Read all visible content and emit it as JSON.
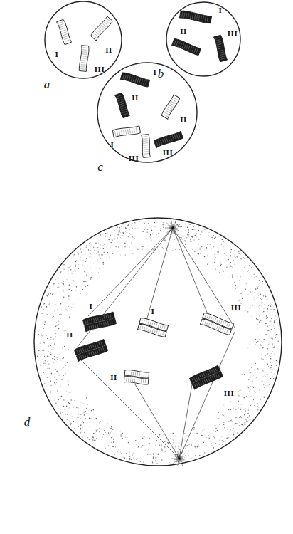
{
  "diagram": {
    "labels": [
      "I",
      "II",
      "III",
      "a",
      "I",
      "II",
      "III",
      "b",
      "I",
      "II",
      "I",
      "II",
      "III",
      "III",
      "c",
      "I",
      "II",
      "I",
      "II",
      "III",
      "III",
      "d"
    ]
  }
}
